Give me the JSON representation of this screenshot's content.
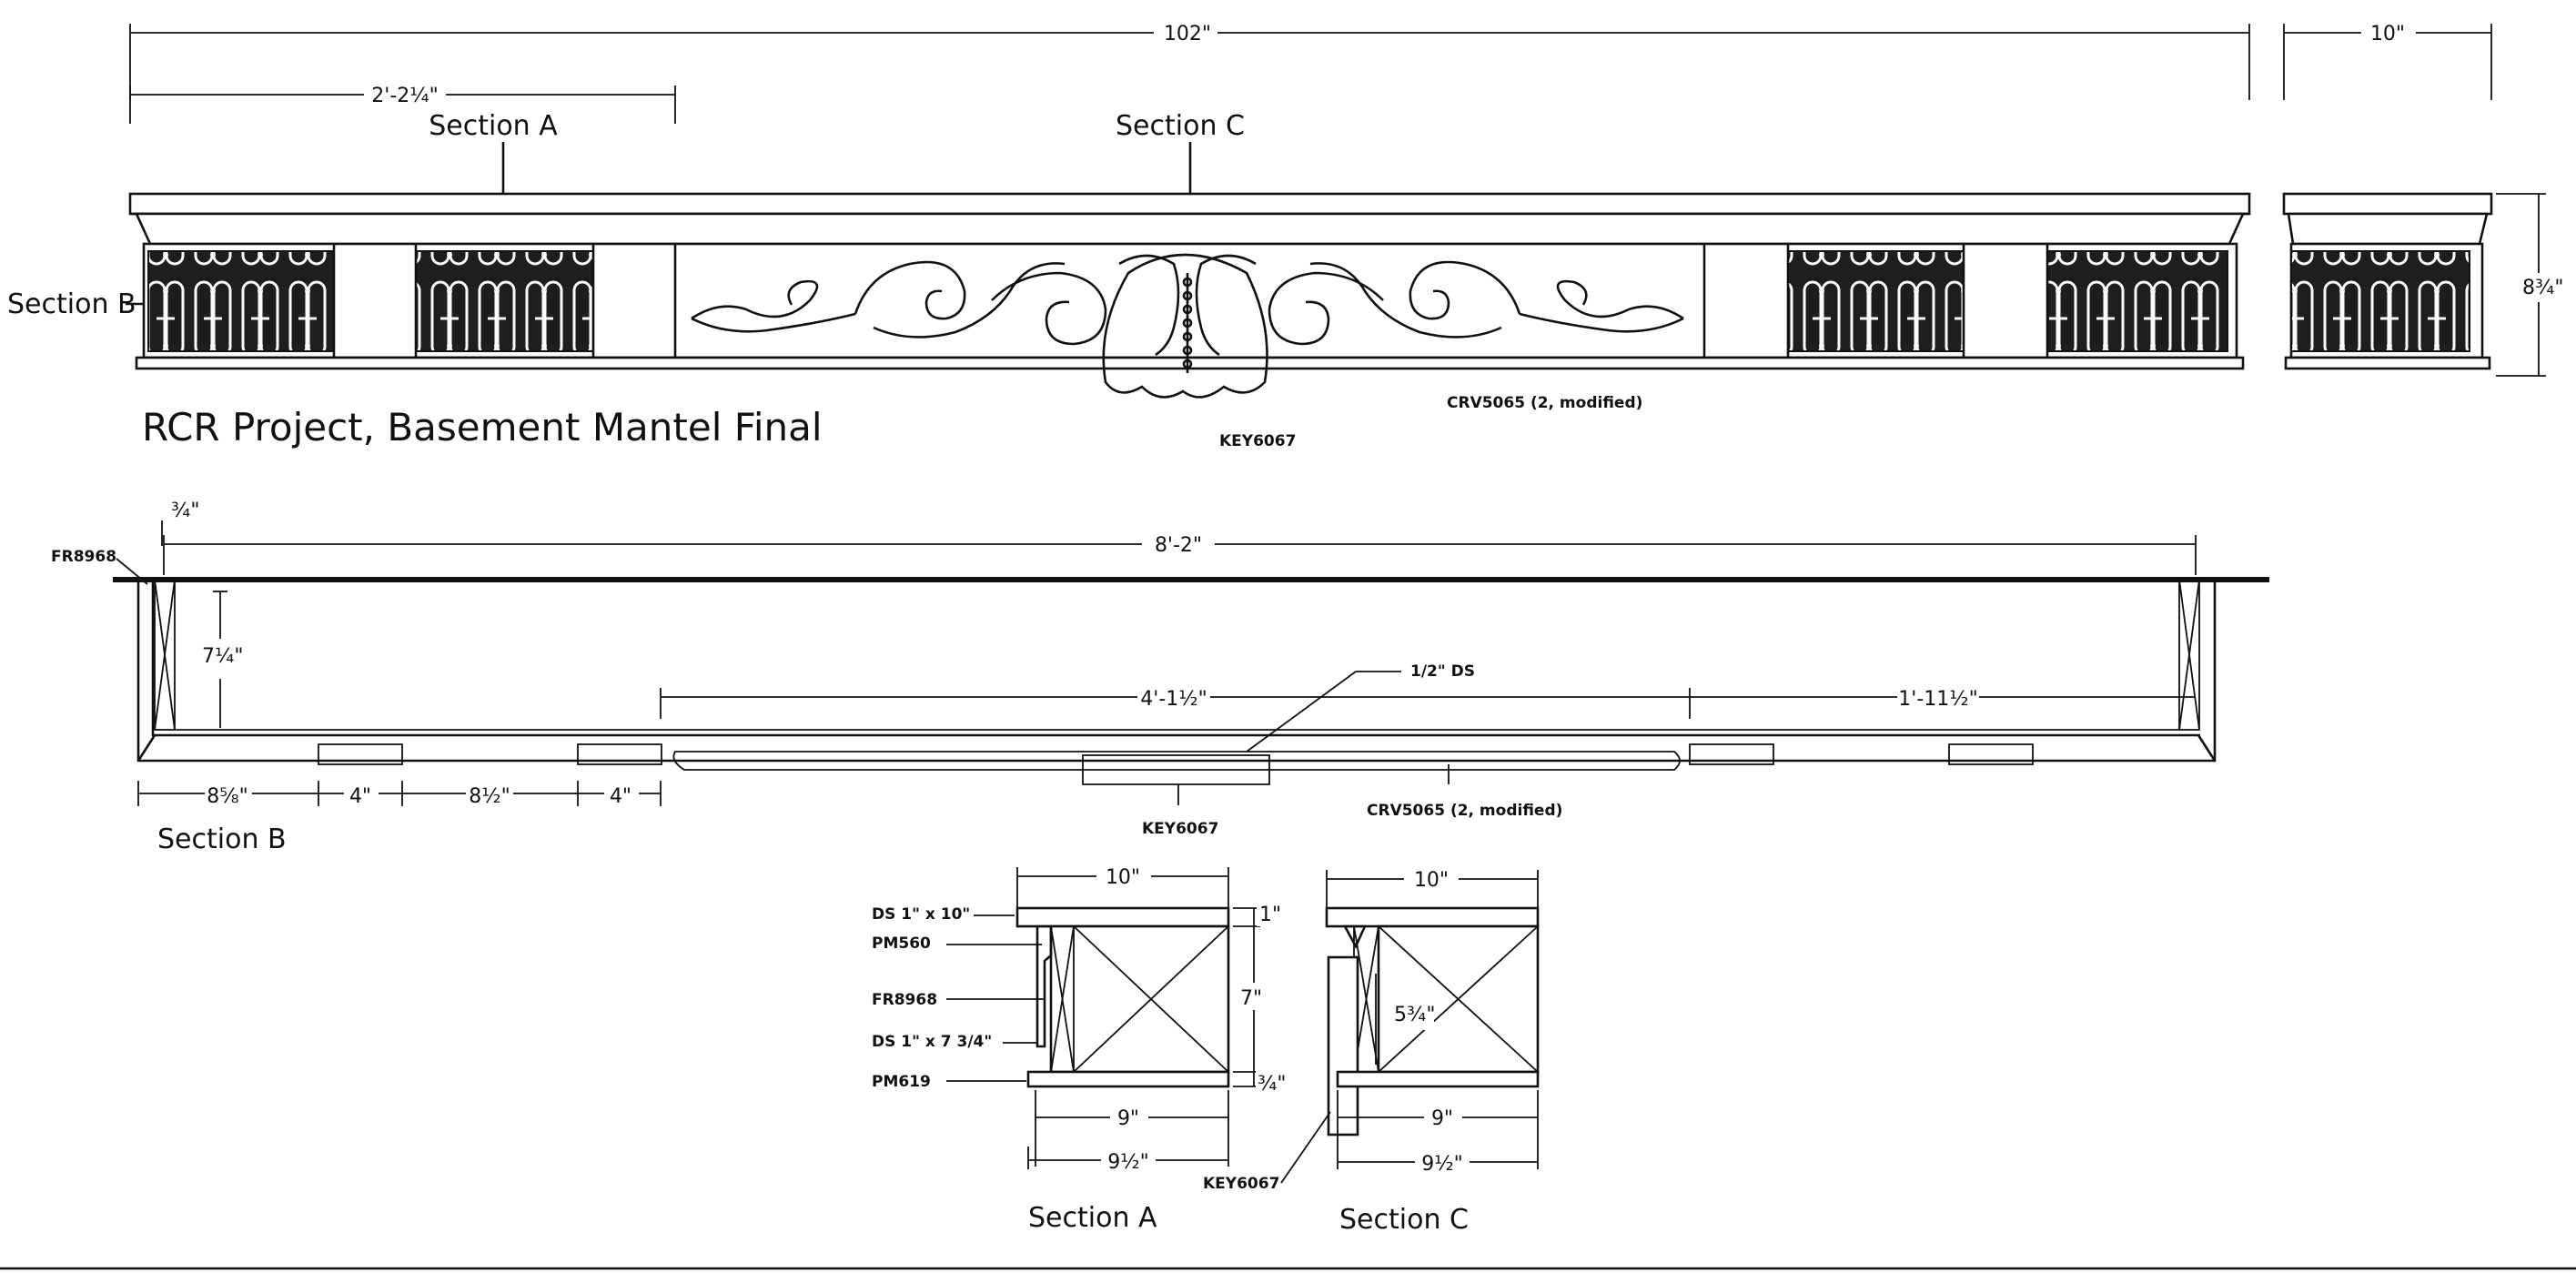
{
  "title": "RCR Project, Basement Mantel Final",
  "elevation": {
    "overall_width": "102\"",
    "return_depth": "10\"",
    "section_a_offset": "2'-2¼\"",
    "height": "8¾\"",
    "section_a_label": "Section A",
    "section_b_label": "Section B",
    "section_c_label": "Section C",
    "carving_label": "CRV5065 (2, modified)",
    "key_label": "KEY6067"
  },
  "plan": {
    "overall_length": "8'-2\"",
    "return_edge": "¾\"",
    "fr_label": "FR8968",
    "depth": "7¼\"",
    "ds_label": "1/2\" DS",
    "center_run": "4'-1½\"",
    "right_run": "1'-11½\"",
    "dim_1": "8⅝\"",
    "dim_2": "4\"",
    "dim_3": "8½\"",
    "dim_4": "4\"",
    "key_label": "KEY6067",
    "carving_label": "CRV5065 (2, modified)",
    "section_label": "Section B"
  },
  "section_a": {
    "label": "Section A",
    "top_width": "10\"",
    "callouts": [
      "DS 1\" x 10\"",
      "PM560",
      "FR8968",
      "DS 1\" x 7 3/4\"",
      "PM619"
    ],
    "dim_top": "1\"",
    "dim_height": "7\"",
    "dim_bottom": "¾\"",
    "dim_inner": "9\"",
    "dim_outer": "9½\""
  },
  "section_c": {
    "label": "Section C",
    "top_width": "10\"",
    "dim_height": "5¾\"",
    "dim_inner": "9\"",
    "dim_outer": "9½\"",
    "key_label": "KEY6067"
  }
}
